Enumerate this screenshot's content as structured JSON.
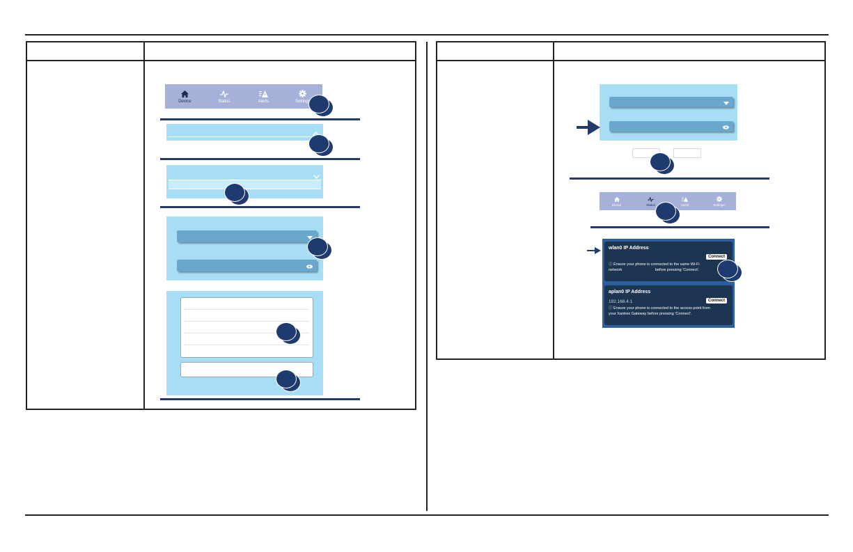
{
  "nav": {
    "device": "Device",
    "status": "Status",
    "alerts": "Alerts",
    "settings": "Settings"
  },
  "wlan": {
    "title": "wlan0 IP Address",
    "value": "",
    "connect": "Connect",
    "note_line1": "Ensure your phone is connected to the same Wi-Fi",
    "note_line2a": "network",
    "note_line2b": "before pressing 'Connect'."
  },
  "aplan": {
    "title": "aplan0 IP Address",
    "value": "192.168.4.1",
    "connect": "Connect",
    "note_line1": "Ensure your phone is connected to the access point from",
    "note_line2": "your Xantrex Gateway before pressing 'Connect'."
  },
  "icons": [
    "home-icon",
    "pulse-icon",
    "alert-icon",
    "gear-icon",
    "chevron-down-icon",
    "arrow-right-icon",
    "info-icon"
  ],
  "colors": {
    "nav_bg": "#a5b1d8",
    "panel_bg": "#a8def5",
    "callout": "#1f3a6e",
    "card_bg": "#1c3550"
  }
}
